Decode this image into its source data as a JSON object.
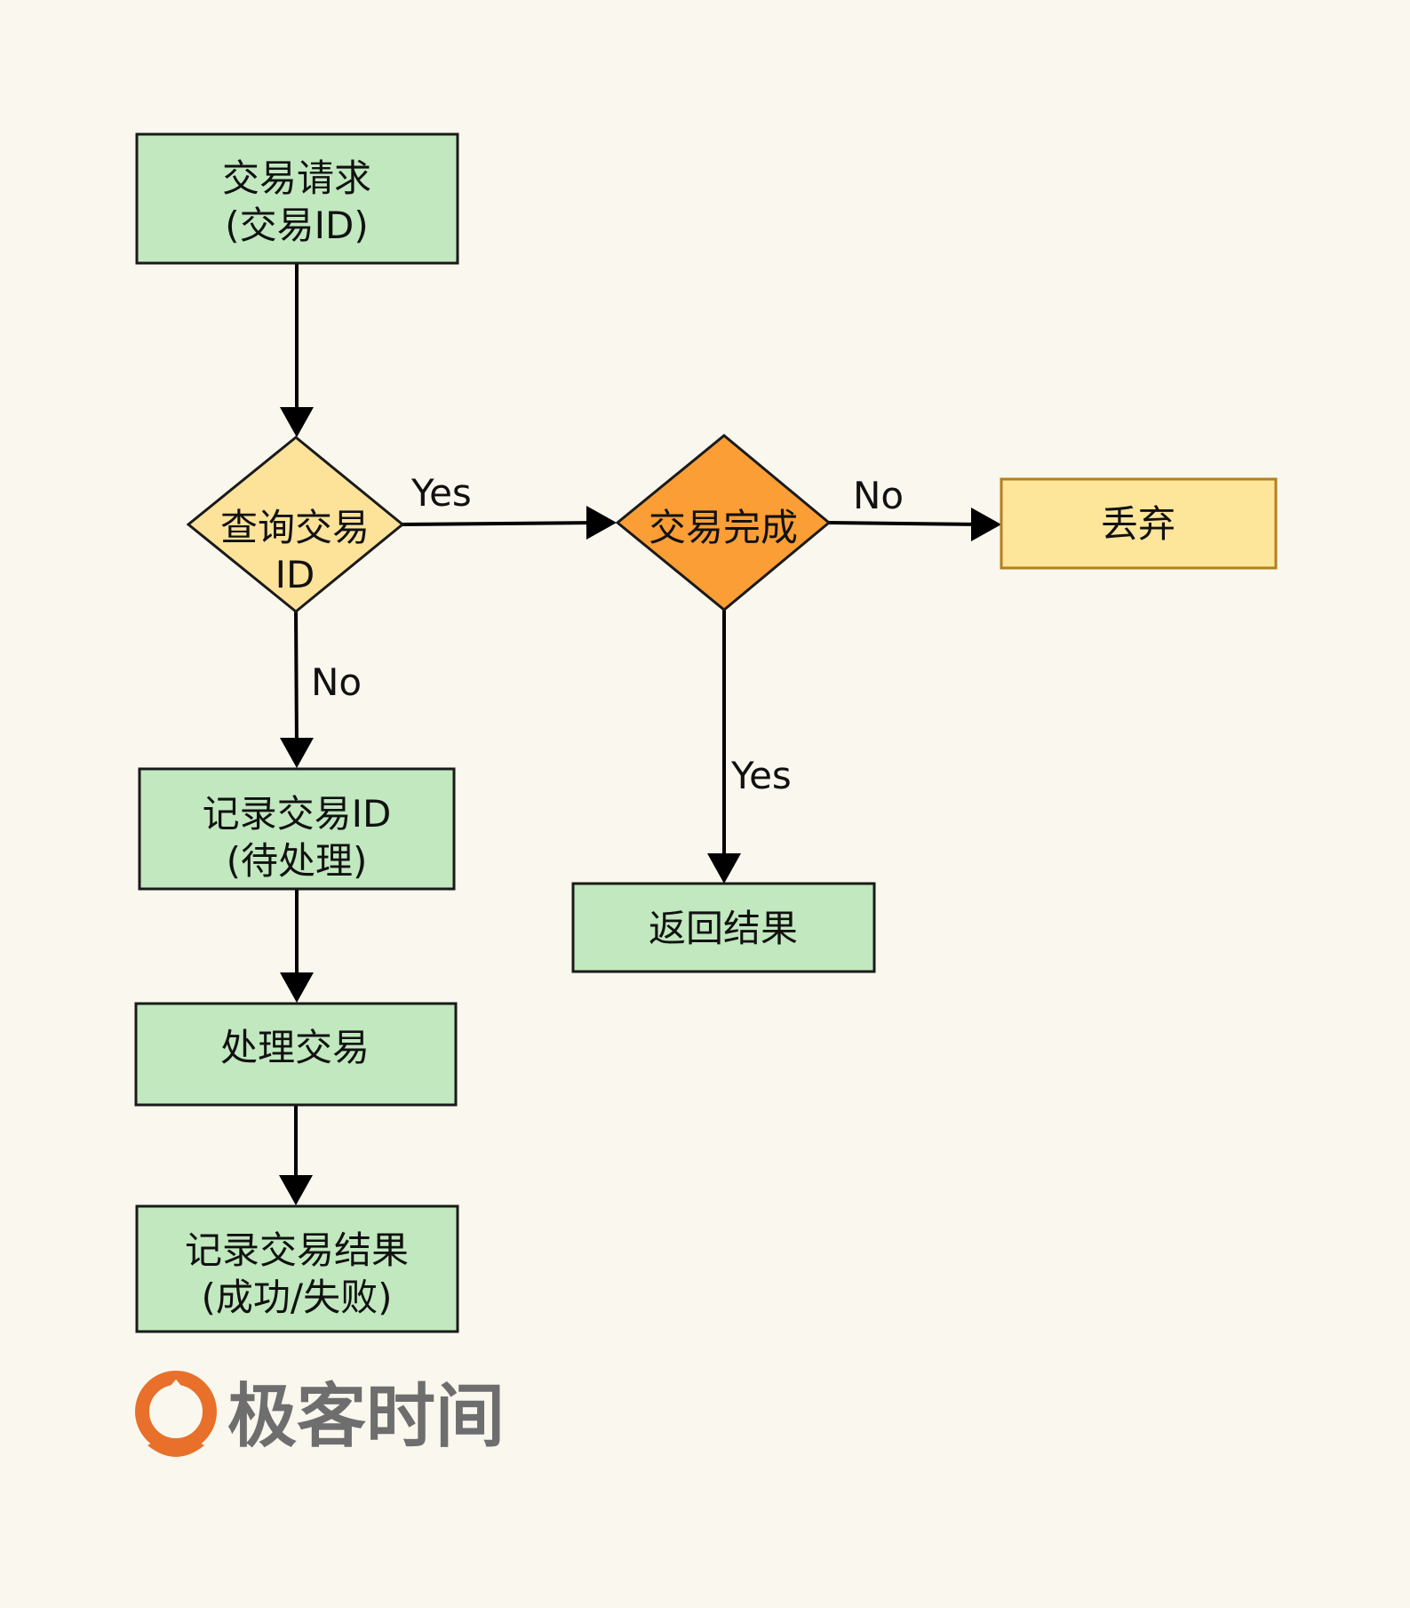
{
  "colors": {
    "background": "#faf7ee",
    "process_fill": "#c1e8be",
    "process_stroke": "#1a1a1a",
    "decision_fill": "#fde29a",
    "decision_highlight_fill": "#fb9e35",
    "discard_fill": "#fde59a",
    "discard_stroke": "#b47f1d",
    "edge": "#000000",
    "brand_orange": "#e8702a",
    "brand_gray": "#6e6e6e"
  },
  "nodes": {
    "request": {
      "line1": "交易请求",
      "line2": "(交易ID)"
    },
    "query": {
      "line1": "查询交易",
      "line2": "ID"
    },
    "done_check": {
      "label": "交易完成"
    },
    "discard": {
      "label": "丢弃"
    },
    "record_id": {
      "line1": "记录交易ID",
      "line2": "(待处理)"
    },
    "process": {
      "label": "处理交易"
    },
    "record_result": {
      "line1": "记录交易结果",
      "line2": "(成功/失败)"
    },
    "return_result": {
      "label": "返回结果"
    }
  },
  "edges": {
    "query_yes": "Yes",
    "query_no": "No",
    "done_no": "No",
    "done_yes": "Yes"
  },
  "brand": {
    "name": "极客时间",
    "icon": "geektime-logo-icon"
  }
}
